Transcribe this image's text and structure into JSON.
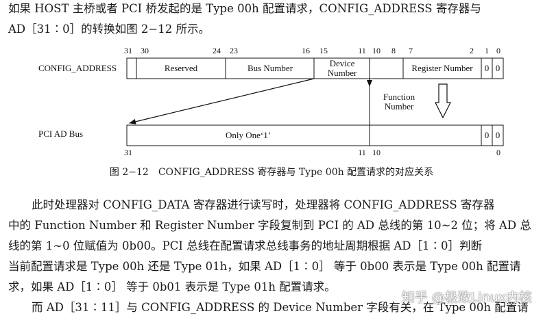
{
  "intro": {
    "line1": "如果 HOST 主桥或者 PCI 桥发起的是 Type 00h 配置请求，CONFIG_ADDRESS 寄存器与",
    "line2": "AD［31∶0］的转换如图 2−12 所示。"
  },
  "figure": {
    "config_address_label": "CONFIG_ADDRESS",
    "pci_ad_bus_label": "PCI AD Bus",
    "top_bits": [
      "31",
      "30",
      "24",
      "23",
      "16",
      "15",
      "11",
      "10",
      "8",
      "7",
      "2",
      "1",
      "0"
    ],
    "fields": {
      "reserved": "Reserved",
      "bus_number": "Bus Number",
      "device_number_line1": "Device",
      "device_number_line2": "Number",
      "register_number": "Register Number",
      "bit1": "0",
      "bit0": "0"
    },
    "function_number_line1": "Function",
    "function_number_line2": "Number",
    "bus_fields": {
      "only_one": "Only One‘1’",
      "bit1": "0",
      "bit0": "0"
    },
    "bottom_bits": [
      "31",
      "11",
      "10",
      "0"
    ],
    "caption": "图 2−12　CONFIG_ADDRESS 寄存器与 Type 00h 配置请求的对应关系"
  },
  "body": {
    "line1": "此时处理器对 CONFIG_DATA 寄存器进行读写时，处理器将 CONFIG_ADDRESS 寄存器",
    "line2": "中的 Function Number 和 Register Number 字段复制到 PCI 的 AD 总线的第 10∼2 位；将 AD 总",
    "line3": "线的第 1∼0 位赋值为 0b00。PCI 总线在配置请求总线事务的地址周期根据 AD［1∶0］判断",
    "line4": "当前配置请求是 Type 00h 还是 Type 01h，如果 AD［1∶0］ 等于 0b00 表示是 Type 00h 配置请",
    "line5": "求，如果 AD［1∶0］ 等于 0b01 表示是 Type 01h 配置请求。",
    "line6": "而 AD［31∶11］与 CONFIG_ADDRESS 的 Device Number 字段有关，在 Type 00h 配置请"
  },
  "watermark": "知乎 @极致Linux内核"
}
